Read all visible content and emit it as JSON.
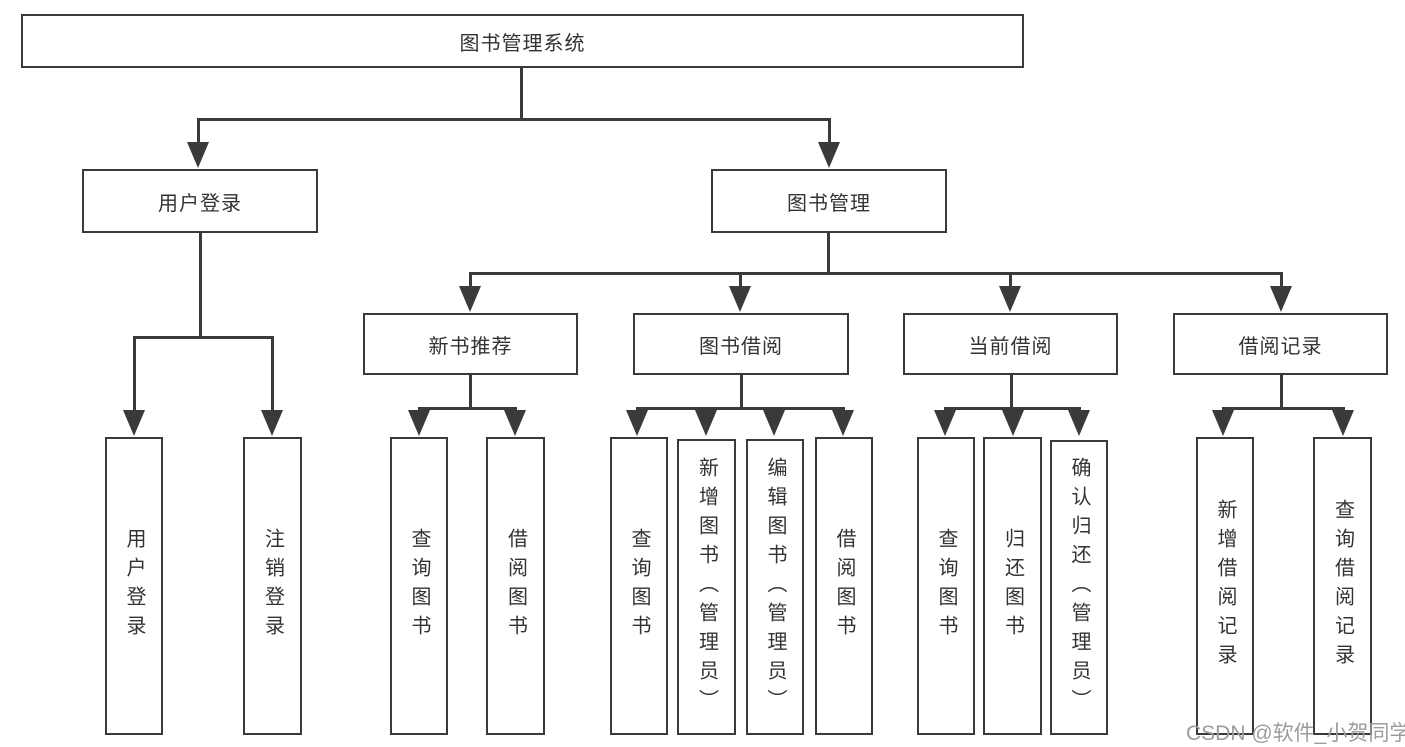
{
  "root": {
    "label": "图书管理系统"
  },
  "level2": [
    {
      "label": "用户登录"
    },
    {
      "label": "图书管理"
    }
  ],
  "level3": [
    {
      "label": "新书推荐"
    },
    {
      "label": "图书借阅"
    },
    {
      "label": "当前借阅"
    },
    {
      "label": "借阅记录"
    }
  ],
  "leaves": {
    "user_login": [
      "用户登录",
      "注销登录"
    ],
    "new_book": [
      "查询图书",
      "借阅图书"
    ],
    "book_borrow": [
      "查询图书",
      "新增图书（管理员）",
      "编辑图书（管理员）",
      "借阅图书"
    ],
    "current_borrow": [
      "查询图书",
      "归还图书",
      "确认归还（管理员）"
    ],
    "borrow_record": [
      "新增借阅记录",
      "查询借阅记录"
    ]
  },
  "watermark": {
    "text": "CSDN @软件_小贺同学"
  },
  "colors": {
    "line": "#3a3a3a",
    "text": "#333333",
    "watermark": "#9c9c9c",
    "background": "#ffffff"
  }
}
